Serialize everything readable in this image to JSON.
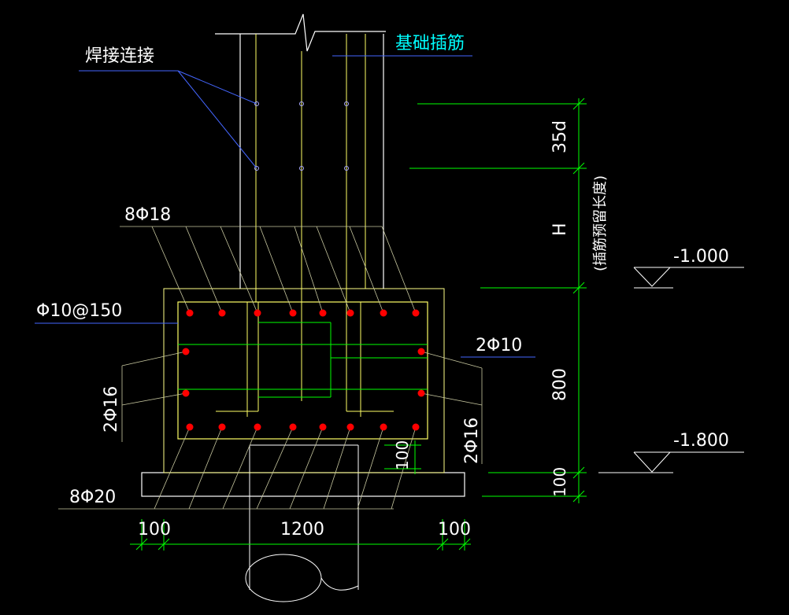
{
  "labels": {
    "weld": "焊接连接",
    "dowel": "基础插筋",
    "top_bars": "8Φ18",
    "stirrup": "Φ10@150",
    "side_bars_left": "2Φ16",
    "side_bars_right_top": "2Φ10",
    "side_bars_right": "2Φ16",
    "bottom_bars": "8Φ20",
    "dim_35d": "35d",
    "dim_H": "H",
    "dim_H_note": "(插筋预留长度)",
    "dim_800": "800",
    "dim_100_right": "100",
    "dim_100_inner": "100",
    "dim_100_left": "100",
    "dim_1200": "1200",
    "dim_100_bottom_right": "100",
    "elev_top": "-1.000",
    "elev_bottom": "-1.800"
  },
  "colors": {
    "background": "#000000",
    "outline": "#ffffff",
    "rebar": "#ffff66",
    "stirrup_green": "#00ff00",
    "dim_green": "#00ff00",
    "leader_blue": "#3366ff",
    "dowel_cyan": "#00ffff",
    "rebar_dot": "#ff0000",
    "hatch": "#c8c8a0"
  }
}
